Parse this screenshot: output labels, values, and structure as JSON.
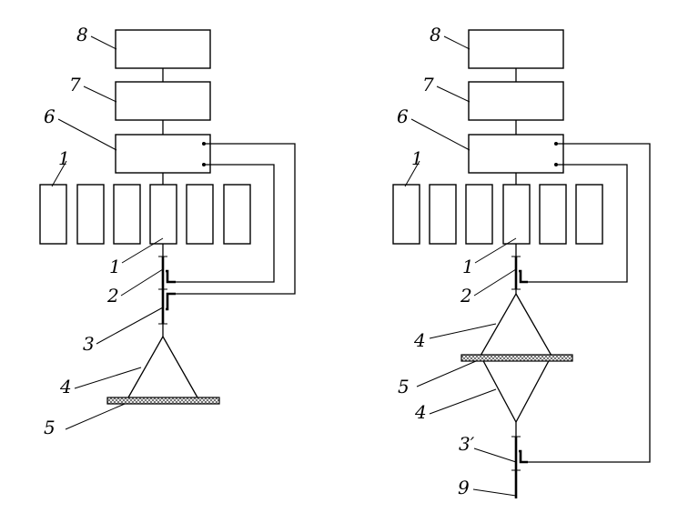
{
  "left_diagram": {
    "labels": {
      "block_8": "8",
      "block_7": "7",
      "block_6": "6",
      "group_1": "1",
      "element_1": "1",
      "element_2": "2",
      "element_3": "3",
      "element_4": "4",
      "element_5": "5"
    }
  },
  "right_diagram": {
    "labels": {
      "block_8": "8",
      "block_7": "7",
      "block_6": "6",
      "group_1": "1",
      "element_1": "1",
      "element_2": "2",
      "element_4_upper": "4",
      "element_5": "5",
      "element_4_lower": "4",
      "element_3p": "3′",
      "element_9": "9"
    }
  }
}
